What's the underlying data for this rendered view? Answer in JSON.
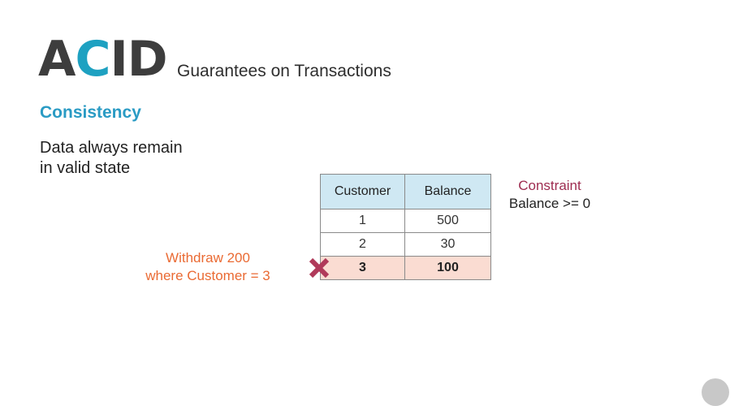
{
  "slide": {
    "logo": {
      "prefix": "A",
      "accent": "C",
      "suffix": "ID"
    },
    "subtitle": "Guarantees on Transactions",
    "section_title": "Consistency",
    "description": [
      "Data always remain",
      "in valid state"
    ],
    "table": {
      "headers": [
        "Customer",
        "Balance"
      ],
      "rows": [
        {
          "customer": "1",
          "balance": "500"
        },
        {
          "customer": "2",
          "balance": "30"
        },
        {
          "customer": "3",
          "balance": "100"
        }
      ],
      "highlighted_row": 3
    },
    "constraint": {
      "label": "Constraint",
      "rule": "Balance >= 0"
    },
    "operation": [
      "Withdraw 200",
      "where Customer = 3"
    ],
    "icons": {
      "rejected": "x-mark-icon",
      "corner": "player-control-icon"
    },
    "colors": {
      "logo_dark": "#3d3d3d",
      "logo_accent": "#1ea1c1",
      "section_title": "#2a9bc4",
      "constraint_label": "#9e2c50",
      "operation_text": "#ea6a33",
      "header_bg": "#cfe8f3",
      "highlight_bg": "#fadcd2",
      "x_mark": "#b03a5a"
    }
  }
}
